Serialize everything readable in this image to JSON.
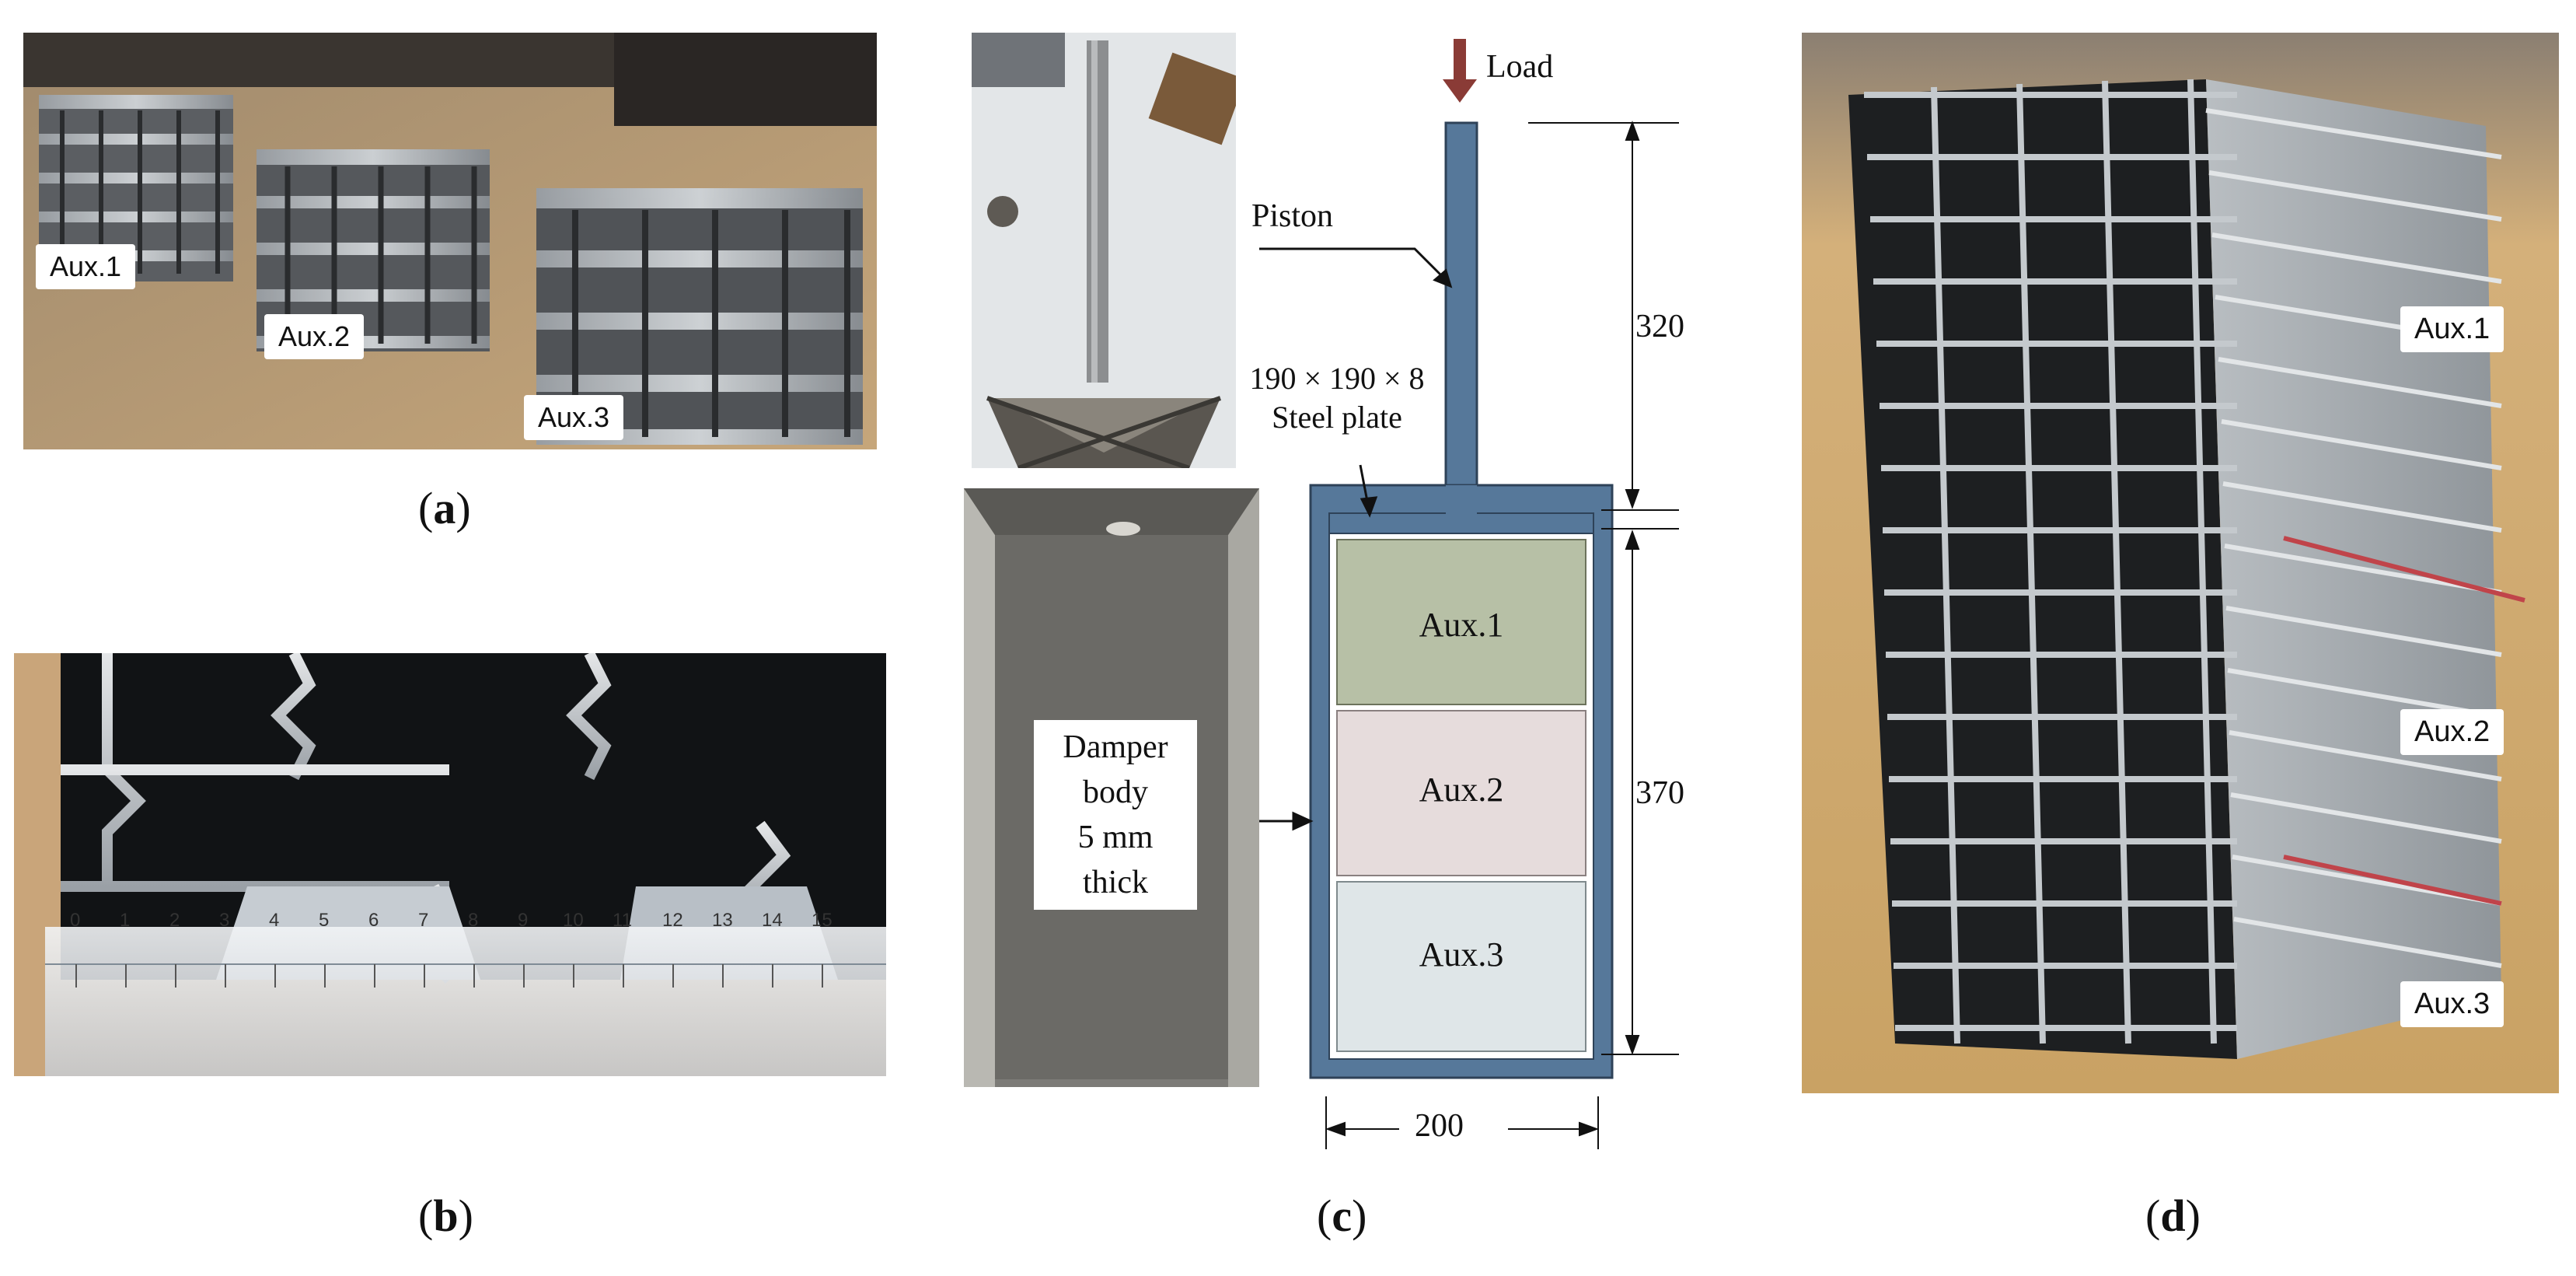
{
  "panels": {
    "a": {
      "label": "a",
      "aux_tags": [
        "Aux.1",
        "Aux.2",
        "Aux.3"
      ]
    },
    "b": {
      "label": "b",
      "ruler_numbers": [
        "0",
        "1",
        "2",
        "3",
        "4",
        "5",
        "6",
        "7",
        "8",
        "9",
        "10",
        "11",
        "12",
        "13",
        "14",
        "15"
      ]
    },
    "c": {
      "label": "c",
      "load_label": "Load",
      "piston_label": "Piston",
      "plate_line1": "190 × 190 × 8",
      "plate_line2": "Steel plate",
      "dim_top": "320",
      "dim_side": "370",
      "dim_bottom": "200",
      "damper_line1": "Damper",
      "damper_line2": "body",
      "damper_line3": "5 mm",
      "damper_line4": "thick",
      "layers": [
        "Aux.1",
        "Aux.2",
        "Aux.3"
      ],
      "colors": {
        "body": "#56789a",
        "aux1": "#b7c0a6",
        "aux2": "#e6dcdc",
        "aux3": "#dfe6e8",
        "load_arrow": "#8a3b36"
      }
    },
    "d": {
      "label": "d",
      "aux_tags": [
        "Aux.1",
        "Aux.2",
        "Aux.3"
      ]
    }
  }
}
